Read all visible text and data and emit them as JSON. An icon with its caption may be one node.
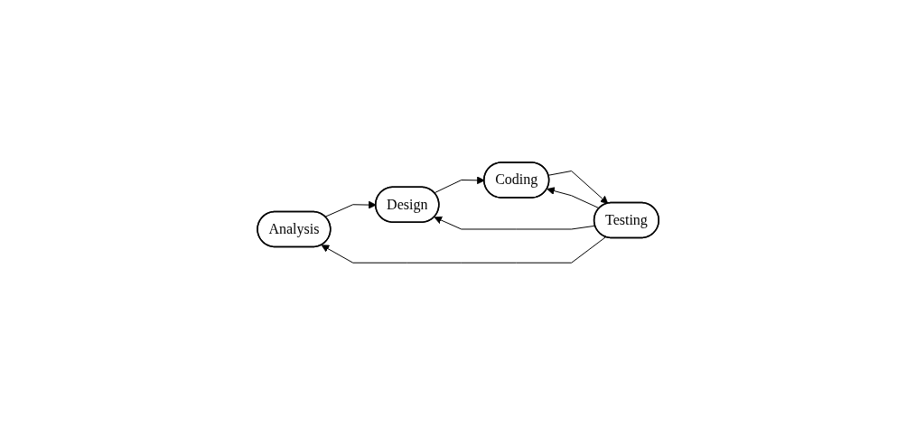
{
  "diagram": {
    "nodes": [
      {
        "text": [
          "Analysis"
        ]
      },
      {
        "text": [
          "Design"
        ]
      },
      {
        "text": [
          "Coding"
        ]
      },
      {
        "text": [
          "Testing"
        ]
      }
    ],
    "edges": [
      {
        "from": 0,
        "to": 1,
        "arrow": "to"
      },
      {
        "from": 1,
        "to": 2,
        "arrow": "to"
      },
      {
        "from": 2,
        "to": 3,
        "arrow": "to"
      },
      {
        "from": 3,
        "to": 0,
        "arrow": "to"
      },
      {
        "from": 3,
        "to": 1,
        "arrow": "to"
      },
      {
        "from": 3,
        "to": 2,
        "arrow": "to"
      }
    ]
  }
}
